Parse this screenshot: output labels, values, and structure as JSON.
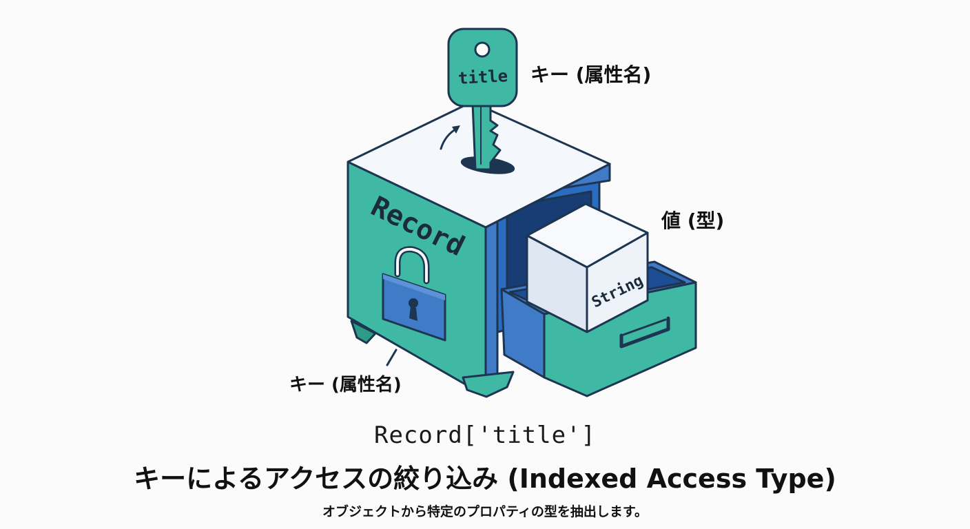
{
  "diagram": {
    "key_text": "title",
    "key_label_top": "キー (属性名)",
    "box_label": "Record",
    "value_label": "値 (型)",
    "value_box_text": "String",
    "key_label_bottom": "キー (属性名)"
  },
  "caption": {
    "code": "Record['title']",
    "title": "キーによるアクセスの絞り込み (Indexed Access Type)",
    "subtitle": "オブジェクトから特定のプロパティの型を抽出します。"
  },
  "colors": {
    "teal": "#3fb8a4",
    "blue": "#4079c6",
    "outline": "#1d3550",
    "cube_white": "#eef3fa"
  }
}
